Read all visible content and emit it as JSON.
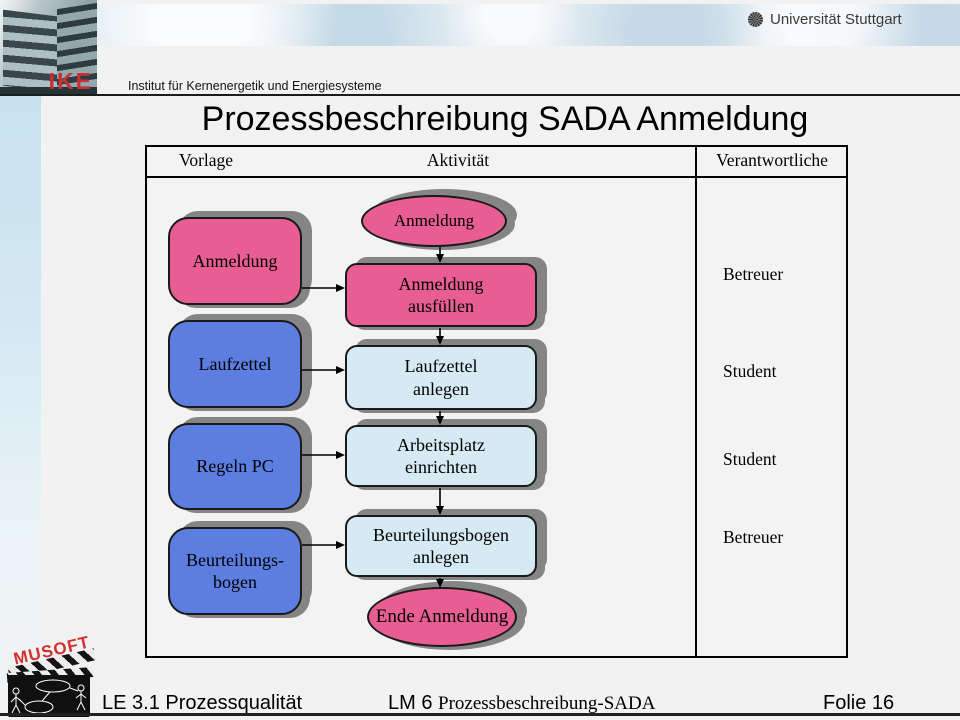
{
  "header": {
    "university": "Universität Stuttgart",
    "institute": "Institut für Kernenergetik und Energiesysteme",
    "ike": "IKE"
  },
  "slide": {
    "title": "Prozessbeschreibung SADA Anmeldung"
  },
  "process_table": {
    "headers": {
      "vorlage": "Vorlage",
      "aktivitaet": "Aktivität",
      "verantwortliche": "Verantwortliche"
    },
    "start_label": "Anmeldung",
    "end_label": "Ende Anmeldung",
    "rows": [
      {
        "vorlage": "Anmeldung",
        "aktivitaet": "Anmeldung\nausfüllen",
        "verantwortliche": "Betreuer"
      },
      {
        "vorlage": "Laufzettel",
        "aktivitaet": "Laufzettel\nanlegen",
        "verantwortliche": "Student"
      },
      {
        "vorlage": "Regeln PC",
        "aktivitaet": "Arbeitsplatz\neinrichten",
        "verantwortliche": "Student"
      },
      {
        "vorlage": "Beurteilungs-\nbogen",
        "aktivitaet": "Beurteilungsbogen\nanlegen",
        "verantwortliche": "Betreuer"
      }
    ]
  },
  "footer": {
    "lesson": "LE 3.1 Prozessqualität",
    "module_prefix": "LM 6 ",
    "module_name": "Prozessbeschreibung-SADA",
    "slide_number": "Folie 16",
    "musoft": "MUSOFT"
  },
  "colors": {
    "pink": "#e85e92",
    "blue": "#5b7ee0",
    "light_blue": "#d5eaf3",
    "shadow_gray": "#858585",
    "musoft_red": "#d43030",
    "banner_blue": "#dfeaf1"
  }
}
